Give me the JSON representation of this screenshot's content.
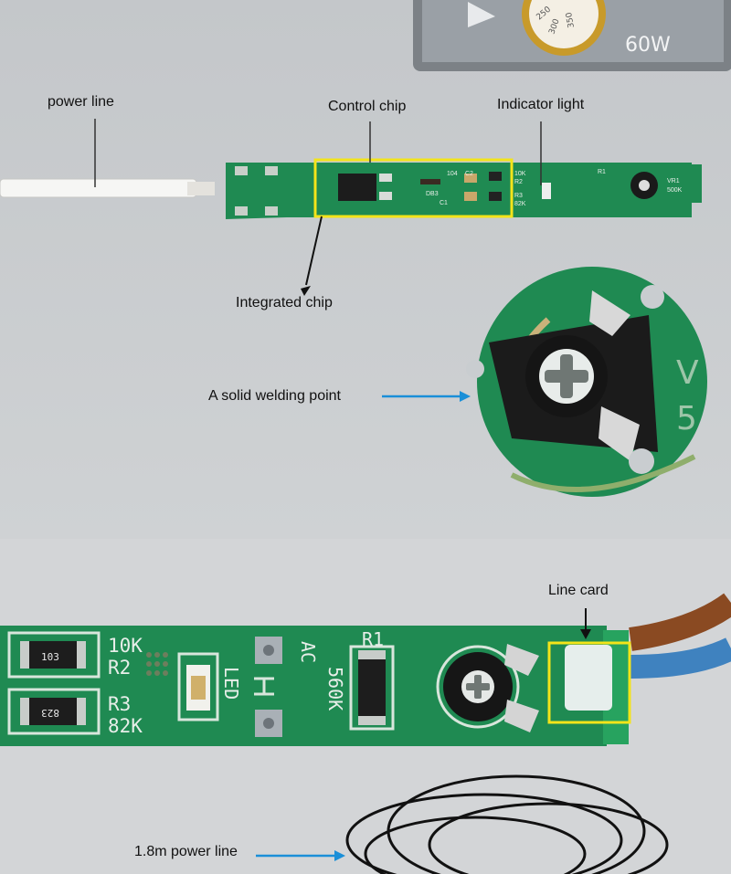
{
  "product_box": {
    "wattage": "60W"
  },
  "callouts": {
    "power_line": "power line",
    "control_chip": "Control chip",
    "indicator_light": "Indicator light",
    "integrated_chip": "Integrated chip",
    "solid_welding_point": "A solid welding point",
    "line_card": "Line card",
    "power_line_length": "1.8m power line"
  },
  "pcb_silkscreen": {
    "r1": "R1",
    "r2": "R2",
    "r3": "R3",
    "vr1": "VR1",
    "r2_value": "10K",
    "r3_value": "82K",
    "r1_value": "560K",
    "vr1_value": "500K",
    "led": "LED",
    "ac": "AC",
    "c2": "C2",
    "c1": "C1",
    "db3": "DB3",
    "c2_value": "104",
    "resistor_code_103": "103",
    "resistor_code_823": "823"
  },
  "colors": {
    "pcb_green": "#1f8a52",
    "highlight_yellow": "#f3e41a",
    "arrow_blue": "#1a8fd8"
  }
}
